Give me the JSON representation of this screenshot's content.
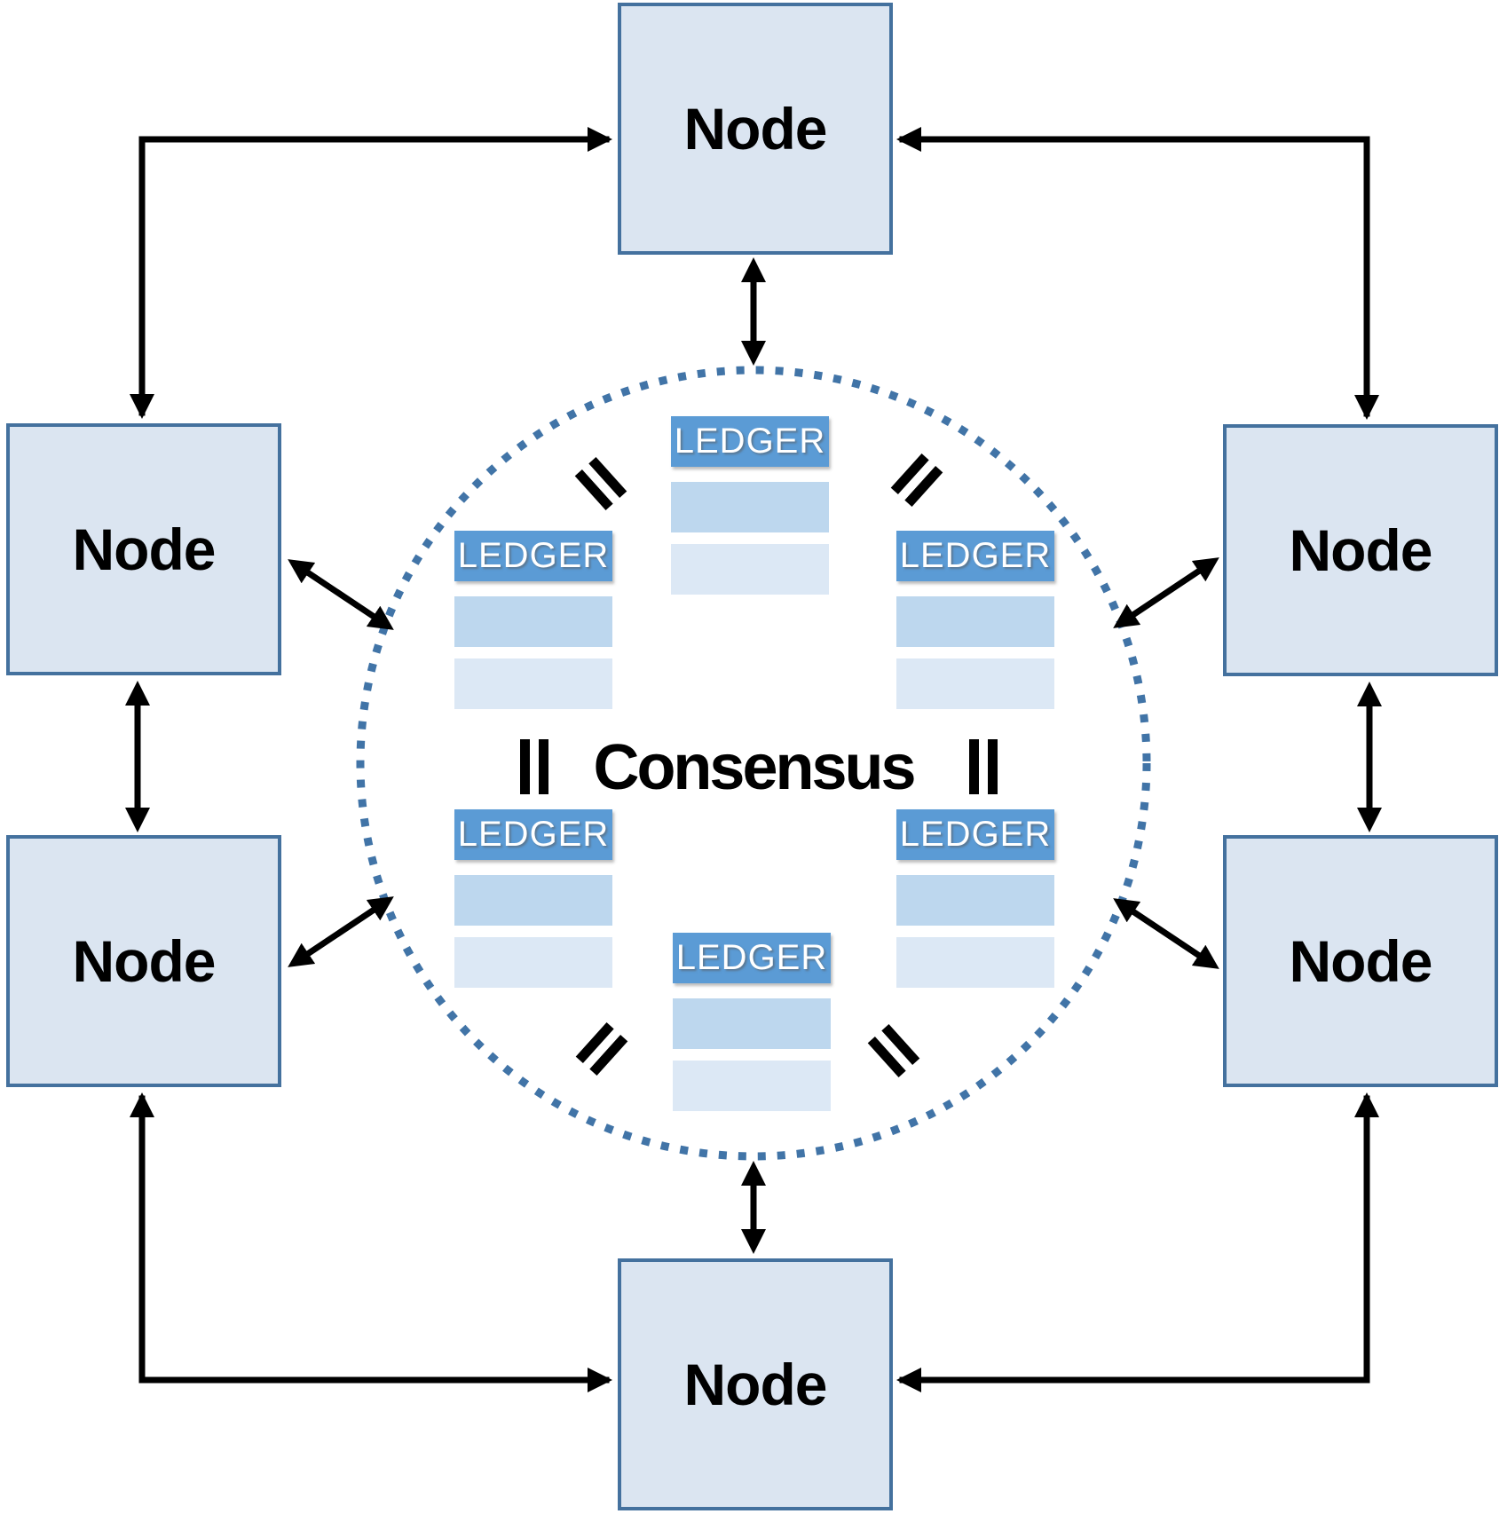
{
  "diagram": {
    "type": "peer-to-peer-consensus-network",
    "center_label": "Consensus",
    "nodes": [
      {
        "id": "top",
        "label": "Node"
      },
      {
        "id": "upper-left",
        "label": "Node"
      },
      {
        "id": "upper-right",
        "label": "Node"
      },
      {
        "id": "lower-left",
        "label": "Node"
      },
      {
        "id": "lower-right",
        "label": "Node"
      },
      {
        "id": "bottom",
        "label": "Node"
      }
    ],
    "ledgers": [
      {
        "id": "top-center",
        "label": "LEDGER",
        "blank_rows": 2
      },
      {
        "id": "upper-left",
        "label": "LEDGER",
        "blank_rows": 2
      },
      {
        "id": "upper-right",
        "label": "LEDGER",
        "blank_rows": 2
      },
      {
        "id": "lower-left",
        "label": "LEDGER",
        "blank_rows": 2
      },
      {
        "id": "lower-right",
        "label": "LEDGER",
        "blank_rows": 2
      },
      {
        "id": "bottom-center",
        "label": "LEDGER",
        "blank_rows": 2
      }
    ],
    "equals_marks_count": 6,
    "colors": {
      "node_fill": "#dbe5f1",
      "node_border": "#44719e",
      "ledger_header": "#5b9bd5",
      "ledger_row_1": "#bdd7ee",
      "ledger_row_2": "#dce8f5",
      "circle_dots": "#4174a7",
      "arrows_and_text": "#000000"
    }
  }
}
